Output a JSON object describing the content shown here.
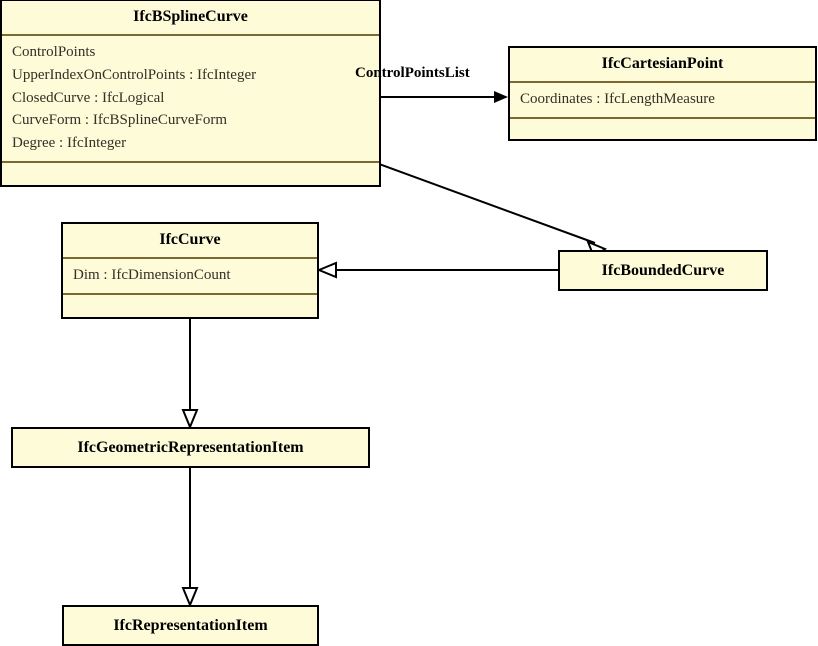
{
  "diagram": {
    "type": "uml-class-diagram",
    "title": "IfcBSplineCurve",
    "colors": {
      "class_fill": "#fdfbd8",
      "class_border": "#000000",
      "compartment_divider": "#7a6a32",
      "attribute_text": "#333026",
      "edge": "#000000",
      "background": "#ffffff"
    }
  },
  "classes": {
    "bsplinecurve": {
      "name": "IfcBSplineCurve",
      "attributes": [
        "ControlPoints",
        "UpperIndexOnControlPoints : IfcInteger",
        "ClosedCurve : IfcLogical",
        "CurveForm : IfcBSplineCurveForm",
        "Degree : IfcInteger"
      ],
      "operations": []
    },
    "cartesianpoint": {
      "name": "IfcCartesianPoint",
      "attributes": [
        "Coordinates : IfcLengthMeasure"
      ],
      "operations": []
    },
    "curve": {
      "name": "IfcCurve",
      "attributes": [
        "Dim : IfcDimensionCount"
      ],
      "operations": []
    },
    "boundedcurve": {
      "name": "IfcBoundedCurve",
      "attributes": [],
      "operations": []
    },
    "geometricrepresentationitem": {
      "name": "IfcGeometricRepresentationItem",
      "attributes": [],
      "operations": []
    },
    "representationitem": {
      "name": "IfcRepresentationItem",
      "attributes": [],
      "operations": []
    }
  },
  "relationships": [
    {
      "id": "assoc-controlpointslist",
      "kind": "association",
      "label": "ControlPointsList",
      "from": "IfcBSplineCurve",
      "to": "IfcCartesianPoint",
      "arrow": "filled-open-arrow"
    },
    {
      "id": "gen-bspline-boundedcurve",
      "kind": "generalization",
      "label": "",
      "from": "IfcBSplineCurve",
      "to": "IfcBoundedCurve",
      "arrow": "hollow-triangle"
    },
    {
      "id": "gen-boundedcurve-curve",
      "kind": "generalization",
      "label": "",
      "from": "IfcBoundedCurve",
      "to": "IfcCurve",
      "arrow": "hollow-triangle"
    },
    {
      "id": "gen-curve-geomrepitem",
      "kind": "generalization",
      "label": "",
      "from": "IfcCurve",
      "to": "IfcGeometricRepresentationItem",
      "arrow": "hollow-triangle"
    },
    {
      "id": "gen-geomrepitem-repitem",
      "kind": "generalization",
      "label": "",
      "from": "IfcGeometricRepresentationItem",
      "to": "IfcRepresentationItem",
      "arrow": "hollow-triangle"
    }
  ]
}
